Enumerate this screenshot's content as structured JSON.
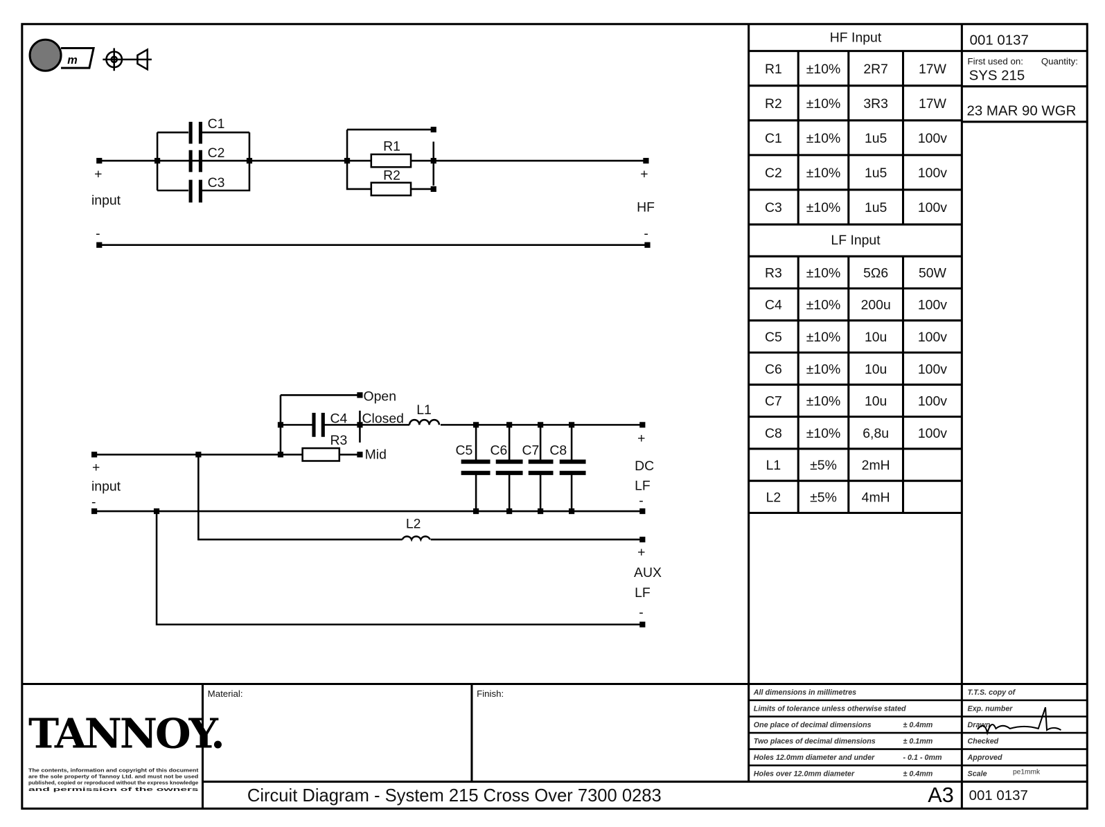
{
  "hf_table": {
    "title": "HF  Input",
    "rows": [
      [
        "R1",
        "±10%",
        "2R7",
        "17W"
      ],
      [
        "R2",
        "±10%",
        "3R3",
        "17W"
      ],
      [
        "C1",
        "±10%",
        "1u5",
        "100v"
      ],
      [
        "C2",
        "±10%",
        "1u5",
        "100v"
      ],
      [
        "C3",
        "±10%",
        "1u5",
        "100v"
      ]
    ]
  },
  "lf_table": {
    "title": "LF  Input",
    "rows": [
      [
        "R3",
        "±10%",
        "5Ω6",
        "50W"
      ],
      [
        "C4",
        "±10%",
        "200u",
        "100v"
      ],
      [
        "C5",
        "±10%",
        "10u",
        "100v"
      ],
      [
        "C6",
        "±10%",
        "10u",
        "100v"
      ],
      [
        "C7",
        "±10%",
        "10u",
        "100v"
      ],
      [
        "C8",
        "±10%",
        "6,8u",
        "100v"
      ],
      [
        "L1",
        "±5%",
        "2mH",
        ""
      ],
      [
        "L2",
        "±5%",
        "4mH",
        ""
      ]
    ]
  },
  "info": {
    "part_number": "001 0137",
    "first_used_label": "First used on:",
    "quantity_label": "Quantity:",
    "first_used_value": "SYS 215",
    "date": "23 MAR 90 WGR"
  },
  "hf_circuit": {
    "labels": {
      "c1": "C1",
      "c2": "C2",
      "c3": "C3",
      "r1": "R1",
      "r2": "R2"
    },
    "input_label": "input",
    "output_label": "HF",
    "plus": "+",
    "minus": "-"
  },
  "lf_circuit": {
    "labels": {
      "c4": "C4",
      "r3": "R3",
      "l1": "L1",
      "l2": "L2",
      "c5": "C5",
      "c6": "C6",
      "c7": "C7",
      "c8": "C8",
      "open": "Open",
      "closed": "Closed",
      "mid": "Mid"
    },
    "input_label": "input",
    "dc_label": "DC",
    "lf_label": "LF",
    "aux_label": "AUX",
    "aux_lf_label": "LF",
    "plus": "+",
    "minus": "-"
  },
  "title_block": {
    "company": "TANNOY.",
    "copyright": [
      "The contents, information and copyright of this document",
      "are the sole property of Tannoy Ltd. and must not be used",
      "published, copied or reproduced without the express knowledge",
      "and permission of the owners"
    ],
    "material_label": "Material:",
    "finish_label": "Finish:",
    "title": "Circuit  Diagram - System  215  Cross  Over  7300 0283",
    "size": "A3",
    "drawing_number": "001 0137",
    "tolerances": [
      [
        "All dimensions in millimetres",
        ""
      ],
      [
        "Limits of tolerance unless otherwise stated",
        ""
      ],
      [
        "One place of decimal dimensions",
        "± 0.4mm"
      ],
      [
        "Two places of decimal dimensions",
        "± 0.1mm"
      ],
      [
        "Holes 12.0mm diameter and under",
        "- 0.1 - 0mm"
      ],
      [
        "Holes over 12.0mm diameter",
        "± 0.4mm"
      ]
    ],
    "approvals": [
      "T.T.S. copy of",
      "Exp. number",
      "Drawn",
      "Checked",
      "Approved",
      "Scale"
    ],
    "scale_value": "pe1mmk"
  }
}
